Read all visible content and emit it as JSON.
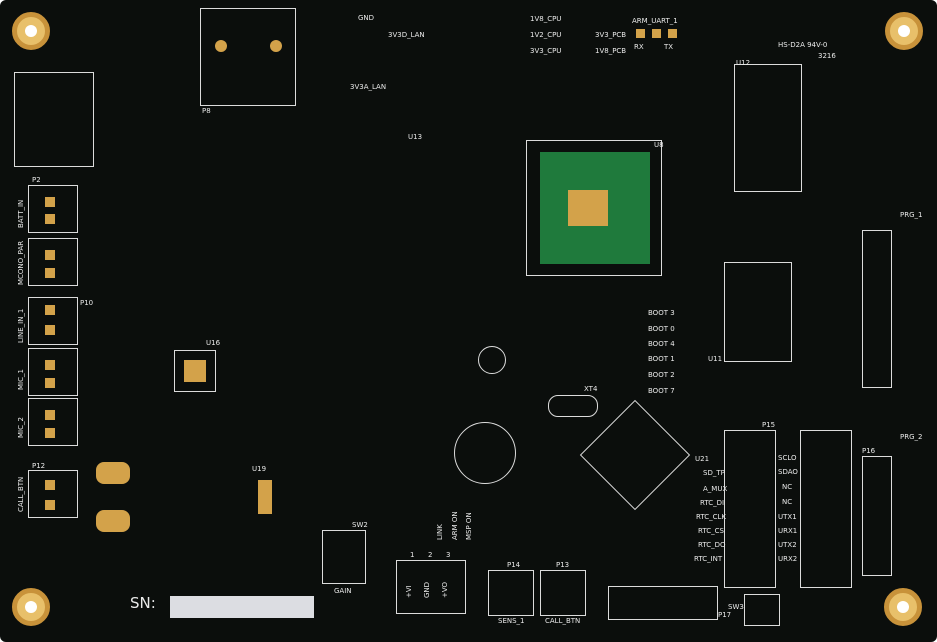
{
  "board": {
    "serial_label": "SN:",
    "manufacturer_mark": "HS-D2A 94V-0",
    "date_code": "3216",
    "colors": {
      "mask": "#0b0e0c",
      "copper": "#d3a24a",
      "silk": "#eaeaea",
      "ground_pour": "#1f7a3c"
    }
  },
  "connectors": {
    "batt_in": "BATT_IN",
    "mono_par": "MCONO_PAR",
    "line_in": "LINE_IN_1",
    "mic_1": "MIC_1",
    "mic_2": "MIC_2",
    "call_btn": "CALL_BTN",
    "sens_1": "SENS_1",
    "call_btn_2": "CALL_BTN",
    "arm_uart": "ARM_UART_1",
    "rx": "RX",
    "tx": "TX",
    "prg_1": "PRG_1",
    "prg_2": "PRG_2",
    "gain": "GAIN"
  },
  "testpoints": {
    "tp1_8v": "1V8_CPU",
    "tp_1v2": "1V2_CPU",
    "tp_3v3": "3V3_CPU",
    "tp_3v3pcb": "3V3_PCB",
    "tp_1v8pcb": "1V8_PCB",
    "tp_3v3lan": "3V3D_LAN",
    "tp_3v3alan": "3V3A_LAN",
    "gnd": "GND"
  },
  "refs": {
    "u8": "U8",
    "u12": "U12",
    "u11": "U11",
    "u21": "U21",
    "u16": "U16",
    "u19": "U19",
    "u13": "U13",
    "p15": "P15",
    "p16": "P16",
    "p17": "P17",
    "p12": "P12",
    "p14": "P14",
    "p13": "P13",
    "sw3": "SW3",
    "sw2": "SW2",
    "p8": "P8",
    "p2": "P2",
    "p10": "P10",
    "xt4": "XT4"
  },
  "boot_labels": [
    "BOOT 3",
    "BOOT 0",
    "BOOT 4",
    "BOOT 1",
    "BOOT 2",
    "BOOT 7"
  ],
  "p15_labels": [
    "SD_TP",
    "A_MUX",
    "RTC_DI",
    "RTC_CLK",
    "RTC_CS",
    "RTC_DO",
    "RTC_INT"
  ],
  "p15b_labels": [
    "SCLO",
    "SDAO",
    "NC",
    "NC",
    "UTX1",
    "URX1",
    "UTX2",
    "URX2"
  ],
  "power_pins": [
    "+VI",
    "GND",
    "+VO"
  ],
  "pin_numbers": [
    "1",
    "2",
    "3"
  ],
  "side_labels": [
    "LINK",
    "ARM ON",
    "MSP ON"
  ]
}
